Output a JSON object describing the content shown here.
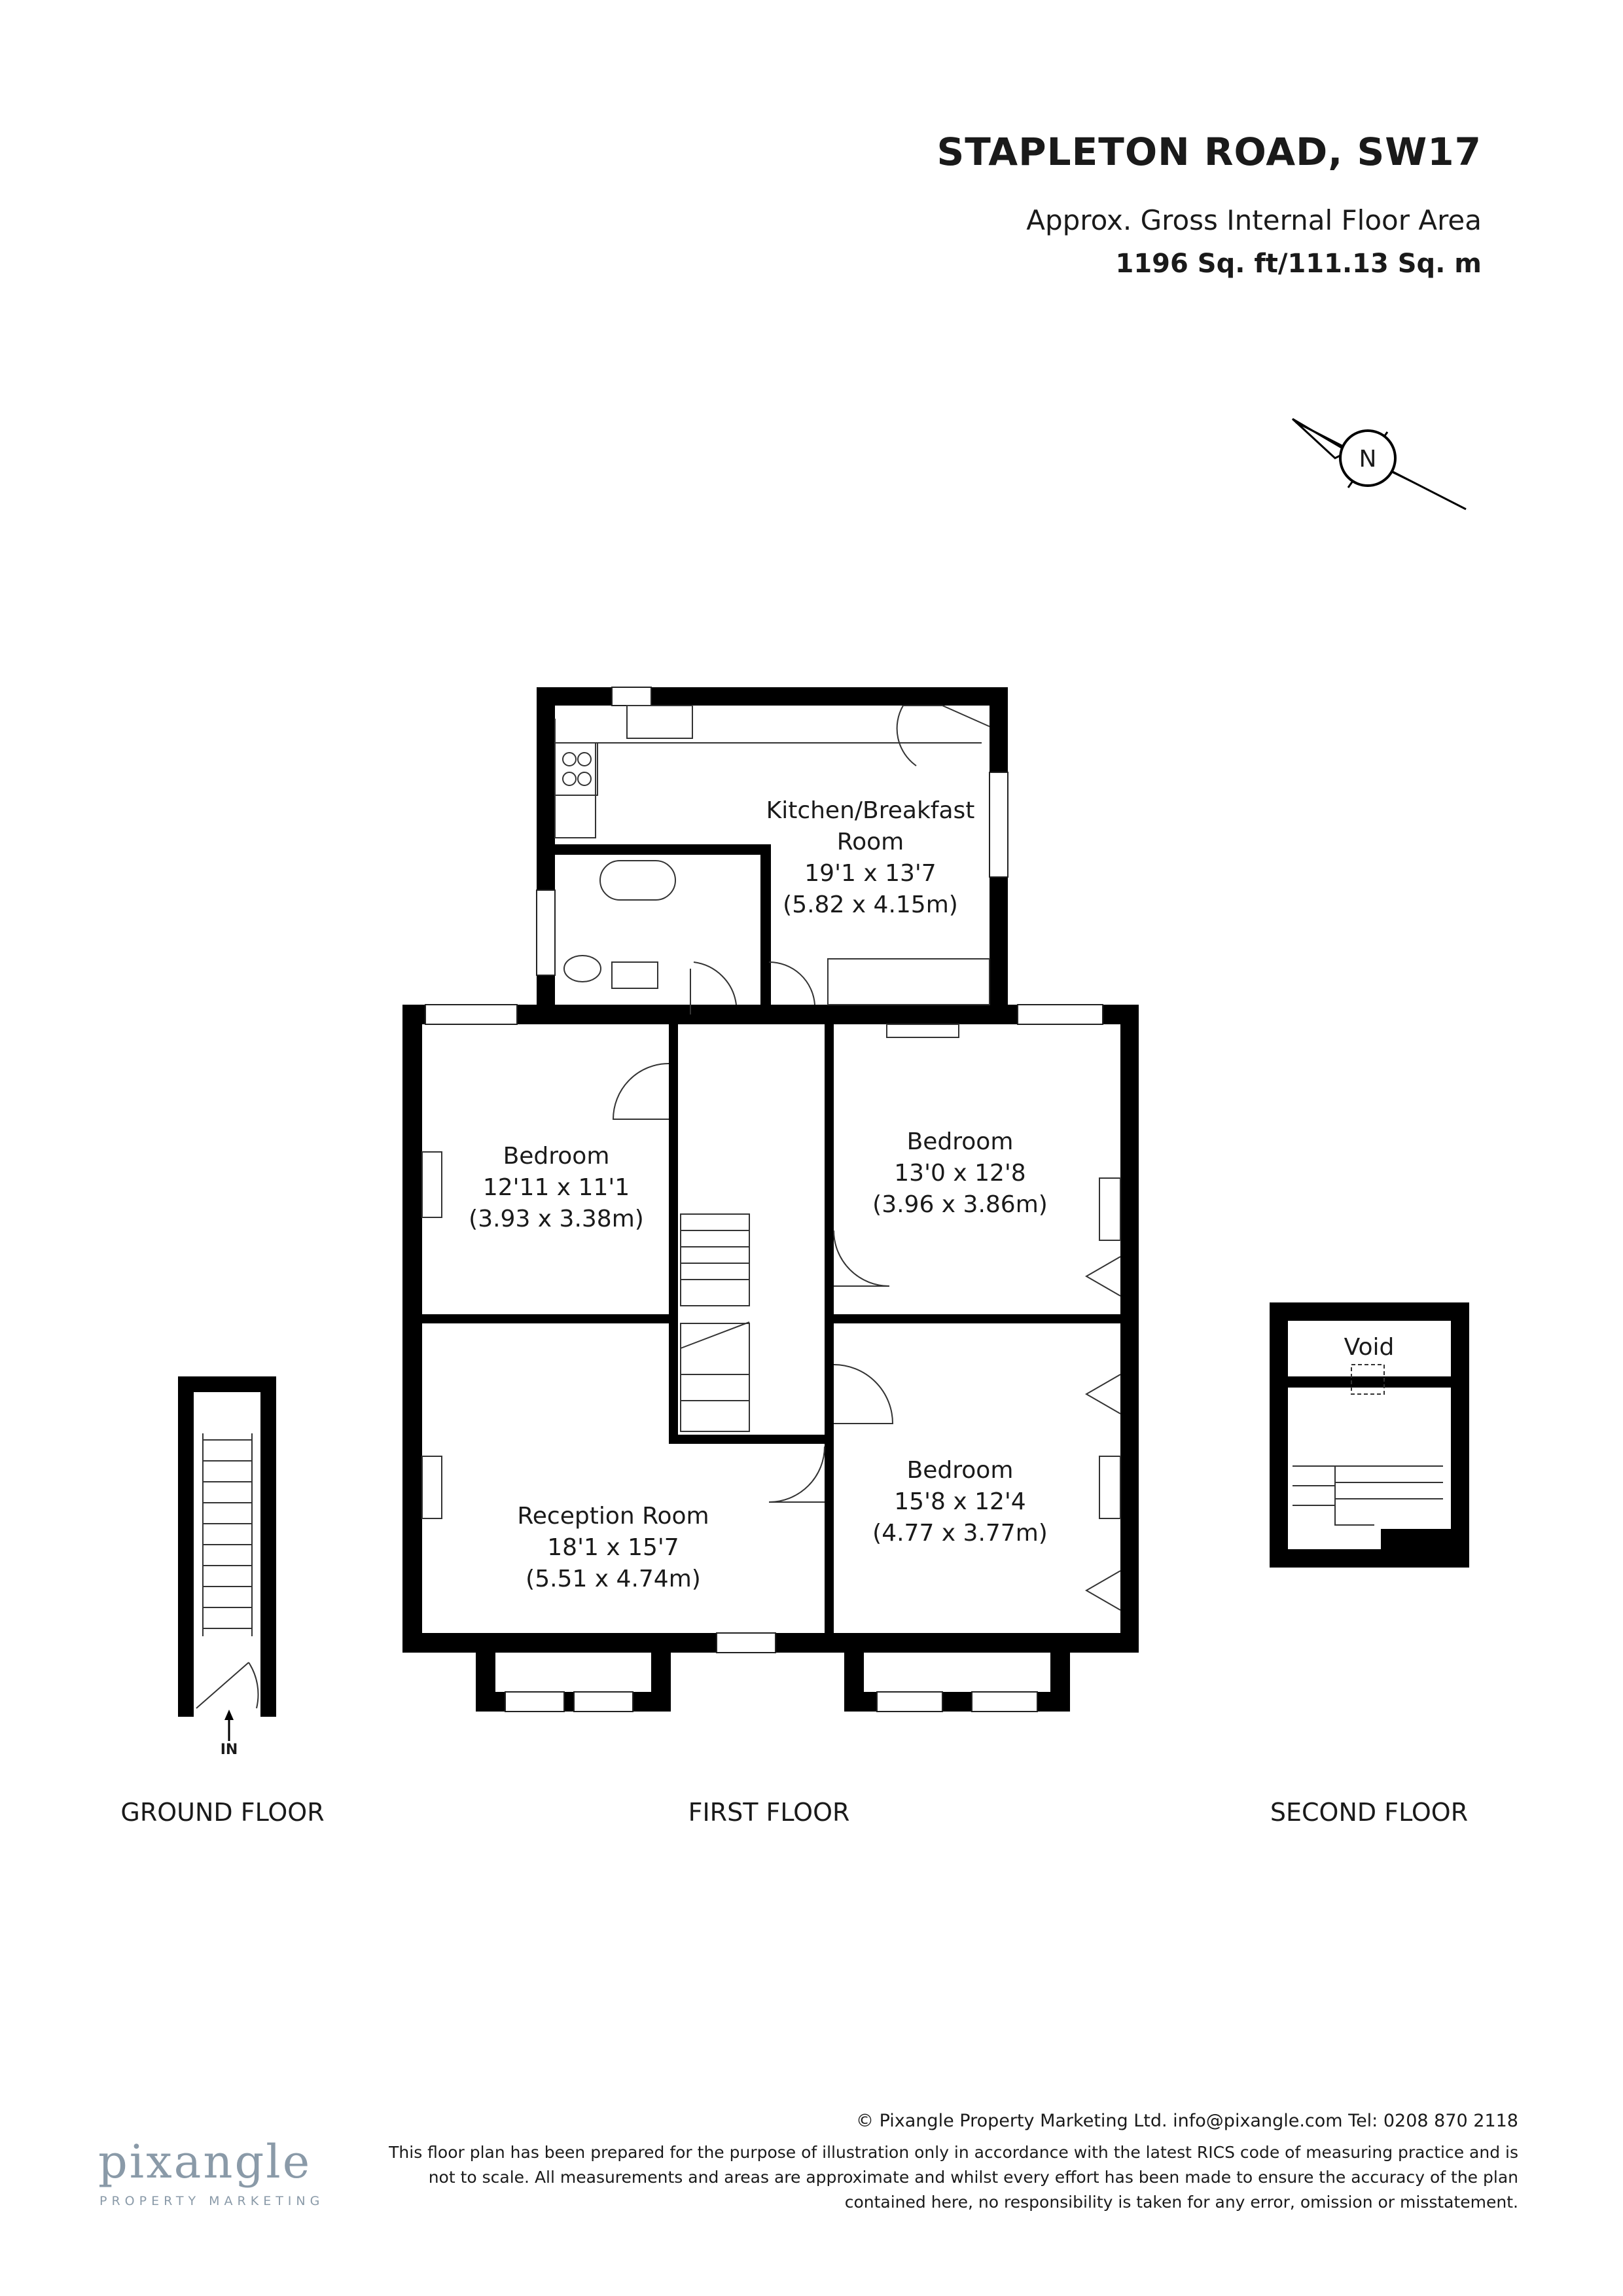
{
  "header": {
    "title": "STAPLETON ROAD, SW17",
    "area_label": "Approx. Gross Internal Floor Area",
    "area_value": "1196 Sq. ft/111.13 Sq. m"
  },
  "compass": {
    "label": "N"
  },
  "floors": [
    {
      "label": "GROUND FLOOR",
      "entrance_label": "IN"
    },
    {
      "label": "FIRST FLOOR"
    },
    {
      "label": "SECOND FLOOR",
      "void_label": "Void"
    }
  ],
  "rooms": [
    {
      "name": "Kitchen/Breakfast",
      "name2": "Room",
      "imperial": "19'1 x 13'7",
      "metric": "(5.82 x 4.15m)"
    },
    {
      "name": "Bedroom",
      "imperial": "12'11 x 11'1",
      "metric": "(3.93 x 3.38m)"
    },
    {
      "name": "Bedroom",
      "imperial": "13'0 x 12'8",
      "metric": "(3.96 x 3.86m)"
    },
    {
      "name": "Reception Room",
      "imperial": "18'1 x 15'7",
      "metric": "(5.51 x 4.74m)"
    },
    {
      "name": "Bedroom",
      "imperial": "15'8 x 12'4",
      "metric": "(4.77 x 3.77m)"
    }
  ],
  "footer": {
    "copyright": "© Pixangle Property Marketing Ltd. info@pixangle.com Tel: 0208 870 2118",
    "disclaimer_1": "This floor plan has been prepared for the purpose of illustration only in accordance with the latest RICS code of measuring practice and is",
    "disclaimer_2": "not to scale. All measurements and areas are approximate and whilst every effort has been made to ensure the accuracy of the plan",
    "disclaimer_3": "contained here, no responsibility is taken for any error, omission or misstatement.",
    "logo": "pixangle",
    "logo_sub": "PROPERTY MARKETING"
  }
}
